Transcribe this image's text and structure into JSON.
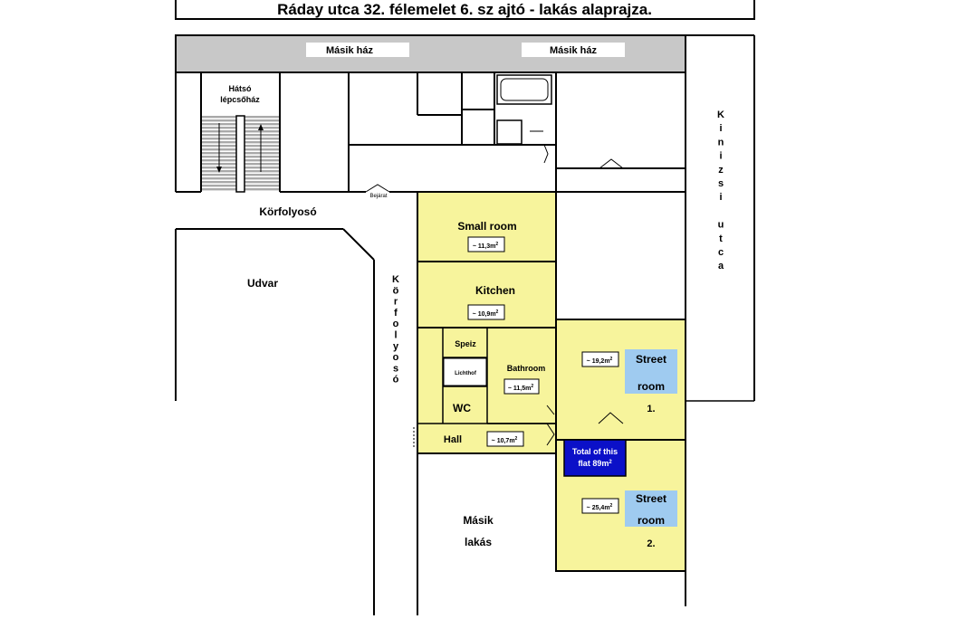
{
  "title": "Ráday utca 32. félemelet 6. sz ajtó - lakás alaprajza.",
  "colors": {
    "flat_fill": "#f7f49c",
    "street_box": "#9fcbf0",
    "total_box": "#0b10c8",
    "building_band": "#c8c8c8",
    "stair_hatch": "#a9a9a9"
  },
  "neighbours": {
    "masik_haz_left": "Másik ház",
    "masik_haz_right": "Másik ház",
    "hatso_line1": "Hátsó",
    "hatso_line2": "lépcsőház",
    "bejarat": "Bejárat",
    "korfolyoso_horizontal": "Körfolyosó",
    "korfolyoso_vertical": [
      "K",
      "ö",
      "r",
      "f",
      "o",
      "l",
      "y",
      "o",
      "s",
      "ó"
    ],
    "udvar": "Udvar",
    "masik_lakas_line1": "Másik",
    "masik_lakas_line2": "lakás",
    "kinizsi_utca": [
      "K",
      "i",
      "n",
      "i",
      "z",
      "s",
      "i",
      "",
      "u",
      "t",
      "c",
      "a"
    ]
  },
  "rooms": {
    "small_room": {
      "label": "Small room",
      "area": "~ 11,3m",
      "sup": "2"
    },
    "kitchen": {
      "label": "Kitchen",
      "area": "~ 10,9m",
      "sup": "2"
    },
    "speiz": {
      "label": "Speiz"
    },
    "lichthof": {
      "label": "Lichthof"
    },
    "wc": {
      "label": "WC"
    },
    "bathroom": {
      "label": "Bathroom",
      "area": "~ 11,5m",
      "sup": "2"
    },
    "hall": {
      "label": "Hall",
      "area": "~ 10,7m",
      "sup": "2"
    },
    "street_room_1": {
      "line1": "Street",
      "line2": "room",
      "num": "1.",
      "area": "~ 19,2m",
      "sup": "2"
    },
    "street_room_2": {
      "line1": "Street",
      "line2": "room",
      "num": "2.",
      "area": "~ 25,4m",
      "sup": "2"
    }
  },
  "total": {
    "line1": "Total of this",
    "line2": "flat 89m",
    "sup": "2"
  }
}
